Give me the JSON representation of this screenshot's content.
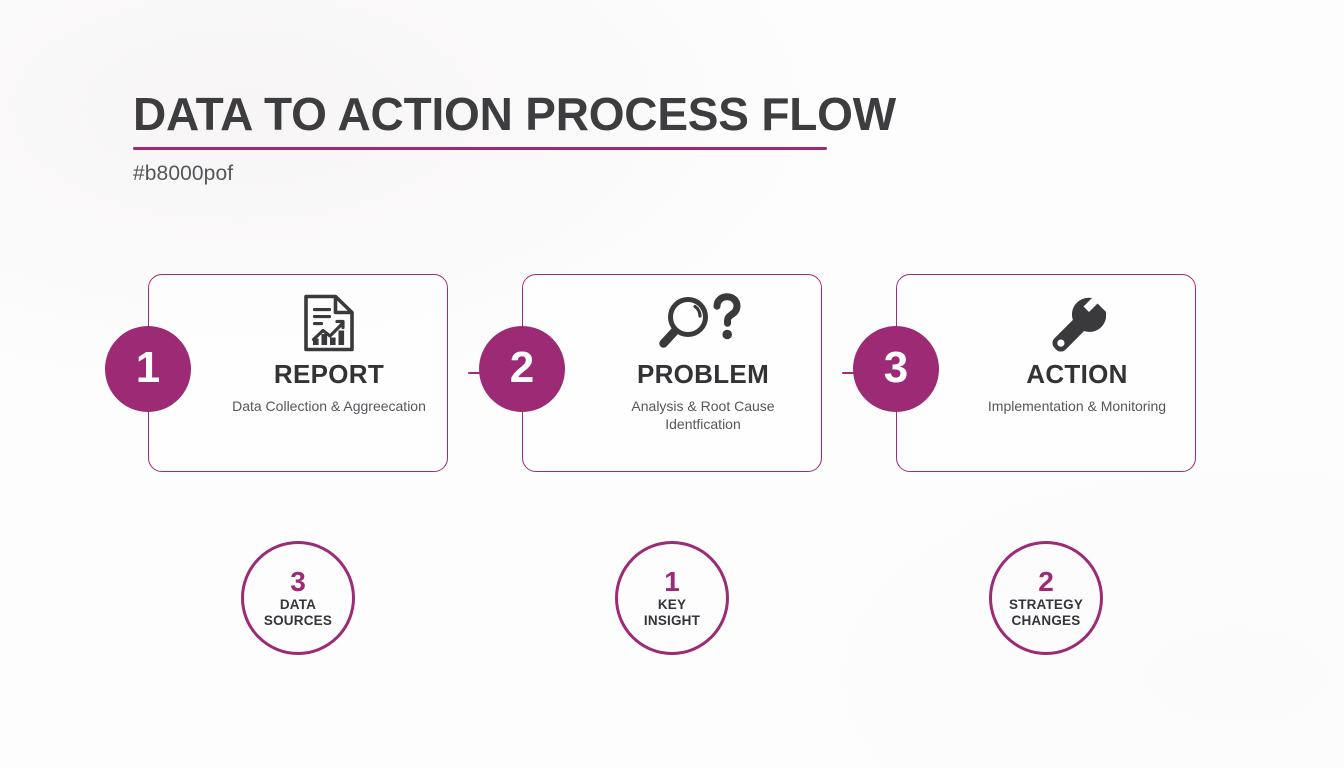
{
  "header": {
    "title": "DATA TO ACTION PROCESS FLOW",
    "subtitle": "#b8000pof",
    "accent_color": "#9c2a74",
    "title_color": "#3d3d3f"
  },
  "theme": {
    "background": "#fdfdfd",
    "accent": "#9c2a74",
    "card_border": "#a02c78",
    "icon_color": "#3a3a3c",
    "text_color": "#56575b"
  },
  "steps": [
    {
      "number": "1",
      "label": "REPORT",
      "description": "Data Collection & Aggreecation",
      "icon": "report-document-chart-icon"
    },
    {
      "number": "2",
      "label": "PROBLEM",
      "description": "Analysis & Root Cause Identfication",
      "icon": "magnifier-question-icon"
    },
    {
      "number": "3",
      "label": "ACTION",
      "description": "Implementation & Monitoring",
      "icon": "wrench-icon"
    }
  ],
  "connectors": [
    {
      "symbol": "→",
      "name": "arrow-right-1"
    },
    {
      "symbol": "→",
      "name": "arrow-right-2"
    }
  ],
  "stats": [
    {
      "value": "3",
      "label": "DATA\nSOURCES"
    },
    {
      "value": "1",
      "label": "KEY\nINSIGHT"
    },
    {
      "value": "2",
      "label": "STRATEGY\nCHANGES"
    }
  ]
}
